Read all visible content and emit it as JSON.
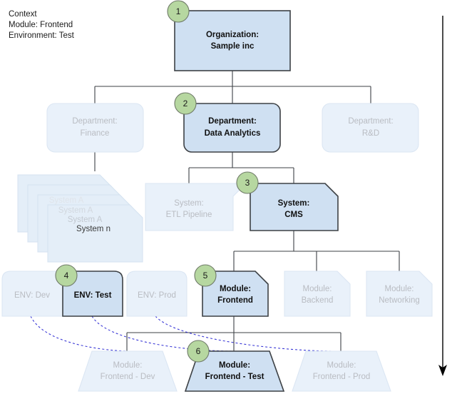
{
  "context": {
    "title": "Context",
    "lines": [
      "Module: Frontend",
      "Environment: Test"
    ]
  },
  "colors": {
    "active_fill": "#cfe0f2",
    "active_stroke": "#3d4145",
    "muted_fill": "#e9f1fa",
    "muted_stroke": "#dbe6f3",
    "badge_fill": "#b6d7a0",
    "badge_stroke": "#6f7a68",
    "flow_stroke": "#3b39d6",
    "axis_stroke": "#000000"
  },
  "organization": {
    "label_line1": "Organization:",
    "label_line2": "Sample inc",
    "badge": "1",
    "state": "active"
  },
  "departments": [
    {
      "label_line1": "Department:",
      "label_line2": "Finance",
      "state": "muted",
      "badge": null
    },
    {
      "label_line1": "Department:",
      "label_line2": "Data Analytics",
      "state": "active",
      "badge": "2"
    },
    {
      "label_line1": "Department:",
      "label_line2": "R&D",
      "state": "muted",
      "badge": null
    }
  ],
  "system_stack": {
    "labels": [
      "System A",
      "System A",
      "System A",
      "System n"
    ],
    "state": "muted"
  },
  "systems": [
    {
      "label_line1": "System:",
      "label_line2": "ETL Pipeline",
      "state": "muted",
      "badge": null
    },
    {
      "label_line1": "System:",
      "label_line2": "CMS",
      "state": "active",
      "badge": "3"
    }
  ],
  "environments": [
    {
      "label": "ENV: Dev",
      "state": "muted",
      "badge": null
    },
    {
      "label": "ENV: Test",
      "state": "active",
      "badge": "4"
    },
    {
      "label": "ENV: Prod",
      "state": "muted",
      "badge": null
    }
  ],
  "modules": [
    {
      "label_line1": "Module:",
      "label_line2": "Frontend",
      "state": "active",
      "badge": "5"
    },
    {
      "label_line1": "Module:",
      "label_line2": "Backend",
      "state": "muted",
      "badge": null
    },
    {
      "label_line1": "Module:",
      "label_line2": "Networking",
      "state": "muted",
      "badge": null
    }
  ],
  "module_instances": [
    {
      "label_line1": "Module:",
      "label_line2": "Frontend - Dev",
      "state": "muted",
      "badge": null
    },
    {
      "label_line1": "Module:",
      "label_line2": "Frontend - Test",
      "state": "active",
      "badge": "6"
    },
    {
      "label_line1": "Module:",
      "label_line2": "Frontend - Prod",
      "state": "muted",
      "badge": null
    }
  ],
  "axis": {
    "name": "vertical-progress-arrow"
  }
}
